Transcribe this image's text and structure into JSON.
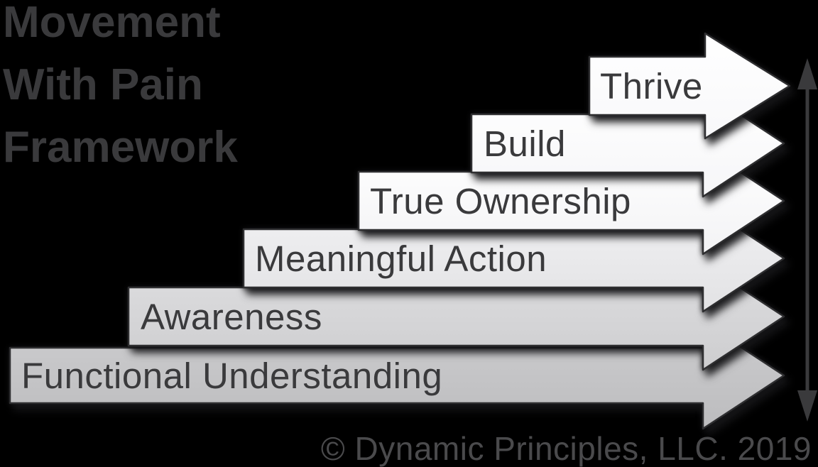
{
  "title": {
    "lines": [
      "Movement",
      "With Pain",
      "Framework"
    ],
    "color": "#3a3a3c"
  },
  "diagram": {
    "type": "stacked-step-arrow-framework",
    "direction": "arrows point right, stacked ascending from bottom-left to top-right",
    "steps": [
      {
        "level": 1,
        "label": "Functional Understanding",
        "fill_top": "#cdcdcf",
        "fill_bottom": "#bcbcbe"
      },
      {
        "level": 2,
        "label": "Awareness",
        "fill_top": "#dedee0",
        "fill_bottom": "#cdcdcf"
      },
      {
        "level": 3,
        "label": "Meaningful Action",
        "fill_top": "#f1f1f3",
        "fill_bottom": "#e2e2e4"
      },
      {
        "level": 4,
        "label": "True Ownership",
        "fill_top": "#ffffff",
        "fill_bottom": "#f3f3f5"
      },
      {
        "level": 5,
        "label": "Build",
        "fill_top": "#ffffff",
        "fill_bottom": "#f6f6f8"
      },
      {
        "level": 6,
        "label": "Thrive",
        "fill_top": "#ffffff",
        "fill_bottom": "#f8f8fa"
      }
    ],
    "outline_color": "#2e2e30",
    "label_color": "#3a3a3c",
    "range_arrow": {
      "name": "vertical-double-headed-arrow",
      "color": "#3a3a3c"
    }
  },
  "copyright": {
    "text": "© Dynamic Principles, LLC. 2019",
    "color": "#4a4a4c"
  },
  "background_color": "#000000"
}
